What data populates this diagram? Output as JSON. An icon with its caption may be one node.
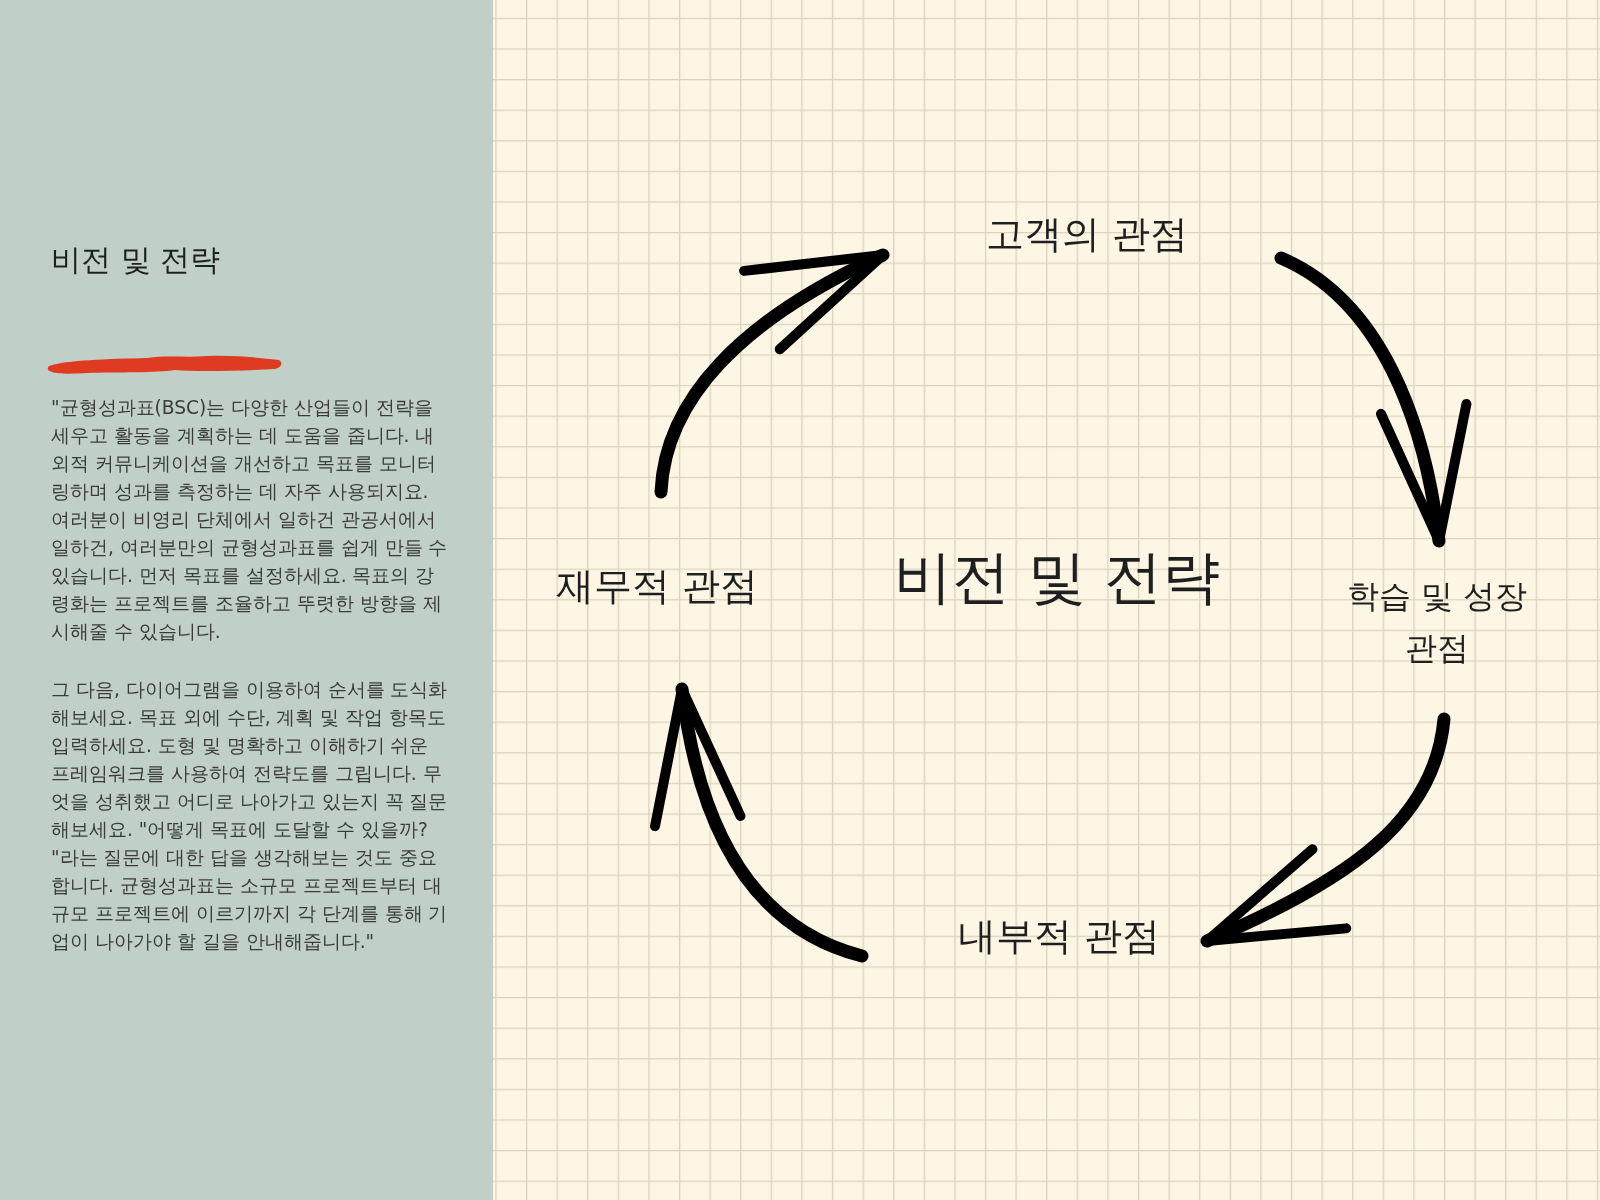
{
  "diagram": {
    "title": "비전 및 전략",
    "nodes": [
      {
        "text": [
          "고객의 관점"
        ]
      },
      {
        "text": [
          "재무적 관점"
        ]
      },
      {
        "text": [
          "비전 및 전략"
        ]
      },
      {
        "text": [
          "학습 및 성장 관점"
        ]
      },
      {
        "text": [
          "내부적 관점"
        ]
      }
    ],
    "edges": [
      {
        "from": 1,
        "to": 0,
        "arrow": "to"
      },
      {
        "from": 0,
        "to": 3,
        "arrow": "to"
      },
      {
        "from": 3,
        "to": 4,
        "arrow": "to"
      },
      {
        "from": 4,
        "to": 1,
        "arrow": "to"
      }
    ],
    "labels": [
      "\"균형성과표(BSC)는 다양한 산업들이 전략을 세우고 활동을 계획하는 데 도움을 줍니다. 내외적 커뮤니케이션을 개선하고 목표를 모니터링하며 성과를 측정하는 데 자주 사용되지요. 여러분이 비영리 단체에서 일하건 관공서에서 일하건, 여러분만의 균형성과표를 쉽게 만들 수 있습니다. 먼저 목표를 설정하세요. 목표의 강령화는 프로젝트를 조율하고 뚜렷한 방향을 제시해줄 수 있습니다.",
      "그 다음, 다이어그램을 이용하여 순서를 도식화해보세요. 목표 외에 수단, 계획 및 작업 항목도 입력하세요. 도형 및 명확하고 이해하기 쉬운 프레임워크를 사용하여 전략도를 그립니다. 무엇을 성취했고 어디로 나아가고 있는지 꼭 질문해보세요. \"어떻게 목표에 도달할 수 있을까? \"라는 질문에 대한 답을 생각해보는 것도 중요합니다. 균형성과표는 소규모 프로젝트부터 대규모 프로젝트에 이르기까지 각 단계를 통해 기업이 나아가야 할 길을 안내해줍니다.\""
    ]
  }
}
